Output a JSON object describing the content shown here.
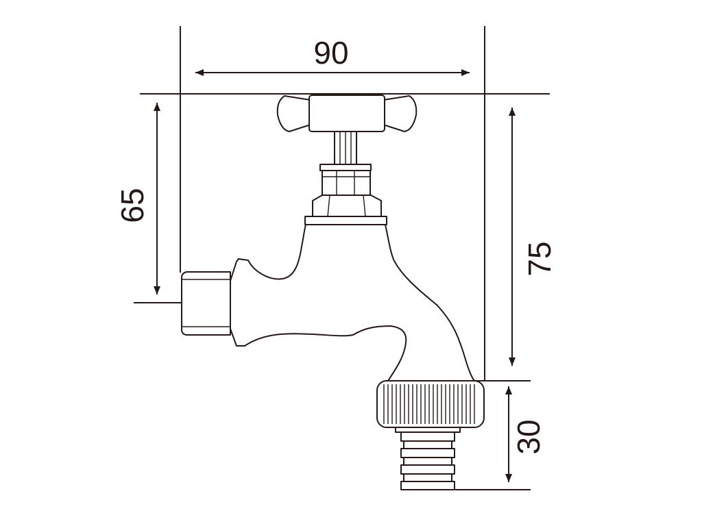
{
  "dimensions": {
    "width": "90",
    "inlet_height": "65",
    "total_height": "75",
    "outlet_length": "30"
  },
  "colors": {
    "line": "#231815",
    "background": "#ffffff"
  }
}
